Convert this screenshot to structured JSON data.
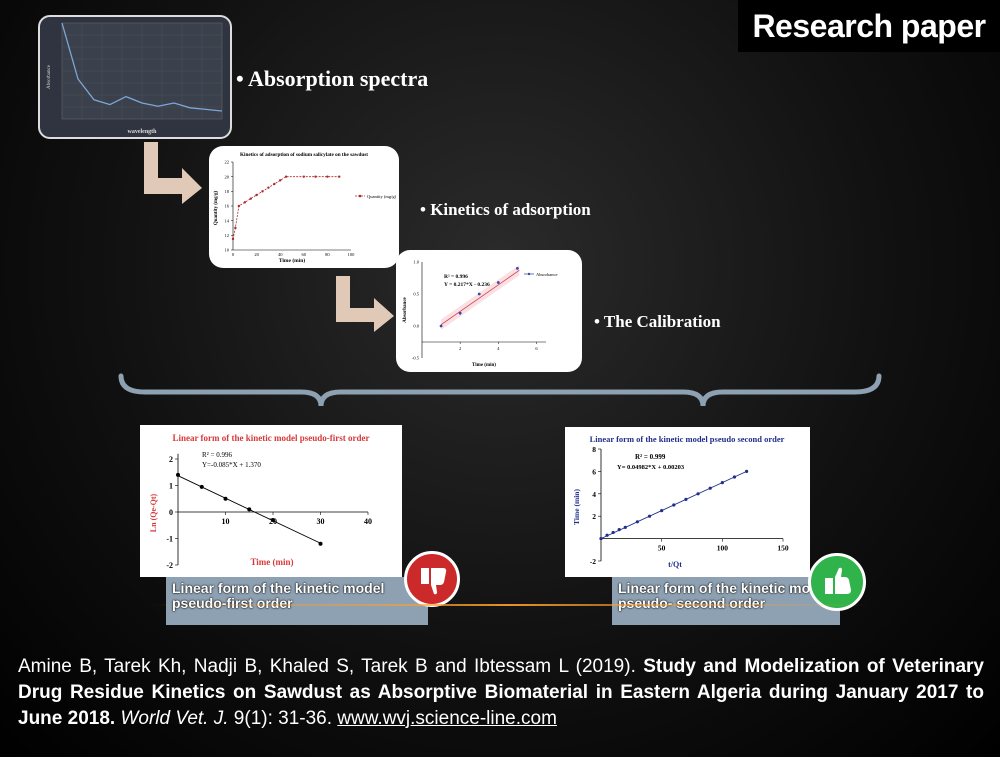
{
  "badge": "Research paper",
  "bullets": {
    "absorption": "• Absorption spectra",
    "kinetics": "• Kinetics of adsorption",
    "calibration": "• The Calibration"
  },
  "spectra": {
    "xlabel": "wavelength",
    "ylabel": "Absorbance",
    "x": [
      200,
      220,
      240,
      260,
      280,
      300,
      320,
      340,
      360,
      380,
      400
    ],
    "y": [
      0.6,
      0.25,
      0.12,
      0.09,
      0.14,
      0.1,
      0.08,
      0.1,
      0.07,
      0.06,
      0.05
    ]
  },
  "kinetics_chart": {
    "title": "Kinetics of adsorption of sodium salicylate on the sawdust",
    "xlabel": "Time (min)",
    "ylabel": "Quantity (mg/g)",
    "legend": "Quantity (mg/g)",
    "xticks": [
      "0",
      "20",
      "40",
      "60",
      "80",
      "100"
    ],
    "yticks": [
      "10",
      "12",
      "14",
      "16",
      "18",
      "20",
      "22"
    ],
    "x": [
      0,
      2,
      5,
      10,
      15,
      20,
      25,
      30,
      35,
      40,
      45,
      60,
      70,
      80,
      90
    ],
    "y": [
      11.5,
      13,
      16,
      16.5,
      17,
      17.5,
      18,
      18.5,
      19,
      19.5,
      20,
      20,
      20,
      20,
      20
    ]
  },
  "calibration_chart": {
    "r2": "R² = 0.996",
    "equation": "Y = 0.217*X - 0.236",
    "legend": "Absorbance",
    "xlabel": "Time (min)",
    "ylabel": "Absorbance",
    "xticks": [
      "2",
      "4",
      "6"
    ],
    "yticks": [
      "1.0",
      "0.5",
      "0.0",
      "-0.5"
    ],
    "x": [
      1,
      2,
      3,
      4,
      5
    ],
    "y": [
      0.0,
      0.2,
      0.5,
      0.68,
      0.9
    ]
  },
  "pfo_chart": {
    "title": "Linear form of the kinetic model pseudo-first order",
    "r2": "R² = 0.996",
    "equation": "Y=-0.085*X + 1.370",
    "xlabel": "Time (min)",
    "ylabel": "Ln (Qe-Qt)",
    "xticks": [
      "10",
      "20",
      "30",
      "40"
    ],
    "yticks": [
      "2",
      "1",
      "0",
      "-1",
      "-2"
    ],
    "x": [
      0,
      5,
      10,
      15,
      20,
      30
    ],
    "y": [
      1.4,
      0.95,
      0.5,
      0.1,
      -0.3,
      -1.2
    ]
  },
  "pso_chart": {
    "title": "Linear form of the kinetic model pseudo second order",
    "r2": "R² = 0.999",
    "equation": "Y= 0.04982*X + 0.00203",
    "xlabel": "t/Qt",
    "ylabel": "Time (min)",
    "xticks": [
      "50",
      "100",
      "150"
    ],
    "yticks": [
      "8",
      "6",
      "4",
      "2",
      "-2"
    ],
    "x": [
      0,
      5,
      10,
      15,
      20,
      30,
      40,
      50,
      60,
      70,
      80,
      90,
      100,
      110,
      120
    ],
    "y": [
      0,
      0.3,
      0.55,
      0.8,
      1.0,
      1.5,
      2.0,
      2.5,
      3.0,
      3.5,
      4.0,
      4.5,
      5.0,
      5.5,
      6.0
    ]
  },
  "captions": {
    "pfo": "Linear form of the kinetic model pseudo-first order",
    "pso": "Linear form of the kinetic model pseudo- second order"
  },
  "citation": {
    "authors": "Amine B, Tarek Kh, Nadji B, Khaled S, Tarek B and Ibtessam L (2019). ",
    "title": "Study and Modelization of Veterinary Drug Residue Kinetics on Sawdust as Absorptive Biomaterial in Eastern Algeria during January 2017 to June 2018",
    "journal": "World Vet. J.",
    "volume": " 9(1): 31-36. ",
    "url": "www.wvj.science-line.com"
  },
  "colors": {
    "accent_red": "#cc2a2a",
    "accent_green": "#2fb34a",
    "arrow": "#e0c9b6",
    "series": "#1f2f8a"
  }
}
